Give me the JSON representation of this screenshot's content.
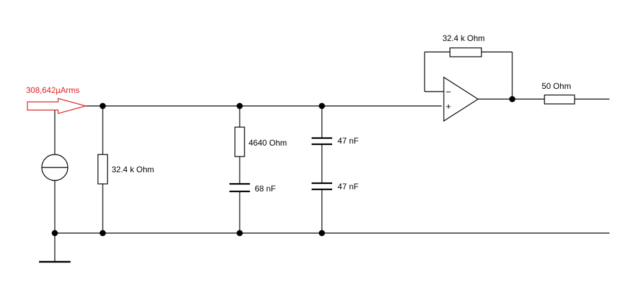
{
  "measurement": {
    "value": "308,642µArms",
    "color": "#e02020"
  },
  "components": {
    "r_input": "32.4 k Ohm",
    "r_series": "4640  Ohm",
    "c_series": "68 nF",
    "c_top": "47 nF",
    "c_bottom": "47 nF",
    "r_feedback": "32.4 k Ohm",
    "r_output": "50  Ohm"
  },
  "opamp": {
    "minus": "−",
    "plus": "+"
  }
}
